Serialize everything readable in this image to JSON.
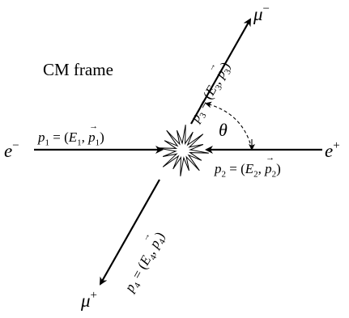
{
  "frame_label": "CM frame",
  "particles": {
    "e_minus": {
      "symbol": "e",
      "charge": "−"
    },
    "e_plus": {
      "symbol": "e",
      "charge": "+"
    },
    "mu_minus": {
      "symbol": "μ",
      "charge": "−"
    },
    "mu_plus": {
      "symbol": "μ",
      "charge": "+"
    }
  },
  "momenta": {
    "p1": {
      "name": "p",
      "index": "1",
      "energy": "E",
      "vec": "p"
    },
    "p2": {
      "name": "p",
      "index": "2",
      "energy": "E",
      "vec": "p"
    },
    "p3": {
      "name": "p",
      "index": "3",
      "energy": "E",
      "vec": "p"
    },
    "p4": {
      "name": "p",
      "index": "4",
      "energy": "E",
      "vec": "p"
    }
  },
  "angle_label": "θ"
}
